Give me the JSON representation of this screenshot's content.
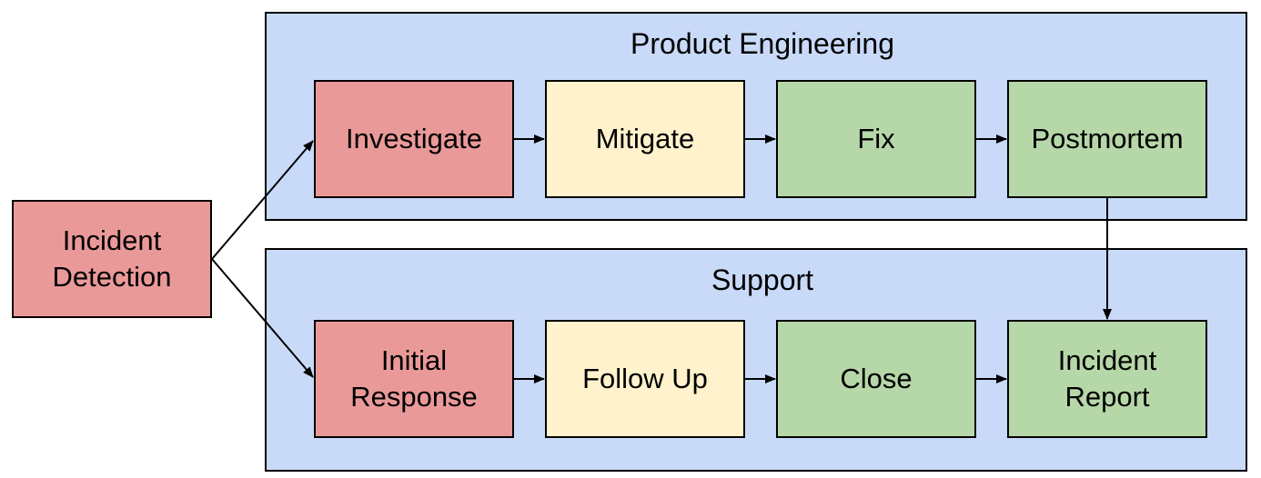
{
  "diagram": {
    "containers": {
      "product_engineering": {
        "title": "Product Engineering"
      },
      "support": {
        "title": "Support"
      }
    },
    "nodes": {
      "incident_detection": {
        "label": "Incident Detection",
        "color": "#EA9999"
      },
      "investigate": {
        "label": "Investigate",
        "color": "#EA9999"
      },
      "mitigate": {
        "label": "Mitigate",
        "color": "#FFF2CC"
      },
      "fix": {
        "label": "Fix",
        "color": "#B6D7A8"
      },
      "postmortem": {
        "label": "Postmortem",
        "color": "#B6D7A8"
      },
      "initial_response": {
        "label": "Initial Response",
        "color": "#EA9999"
      },
      "follow_up": {
        "label": "Follow Up",
        "color": "#FFF2CC"
      },
      "close": {
        "label": "Close",
        "color": "#B6D7A8"
      },
      "incident_report": {
        "label": "Incident Report",
        "color": "#B6D7A8"
      }
    },
    "colors": {
      "red": "#EA9999",
      "yellow": "#FFF2CC",
      "green": "#B6D7A8",
      "blue": "#C9DAF8",
      "border": "#000000",
      "arrow": "#000000"
    },
    "edges": [
      {
        "from": "incident_detection",
        "to": "investigate"
      },
      {
        "from": "incident_detection",
        "to": "initial_response"
      },
      {
        "from": "investigate",
        "to": "mitigate"
      },
      {
        "from": "mitigate",
        "to": "fix"
      },
      {
        "from": "fix",
        "to": "postmortem"
      },
      {
        "from": "postmortem",
        "to": "incident_report"
      },
      {
        "from": "initial_response",
        "to": "follow_up"
      },
      {
        "from": "follow_up",
        "to": "close"
      },
      {
        "from": "close",
        "to": "incident_report"
      }
    ]
  }
}
